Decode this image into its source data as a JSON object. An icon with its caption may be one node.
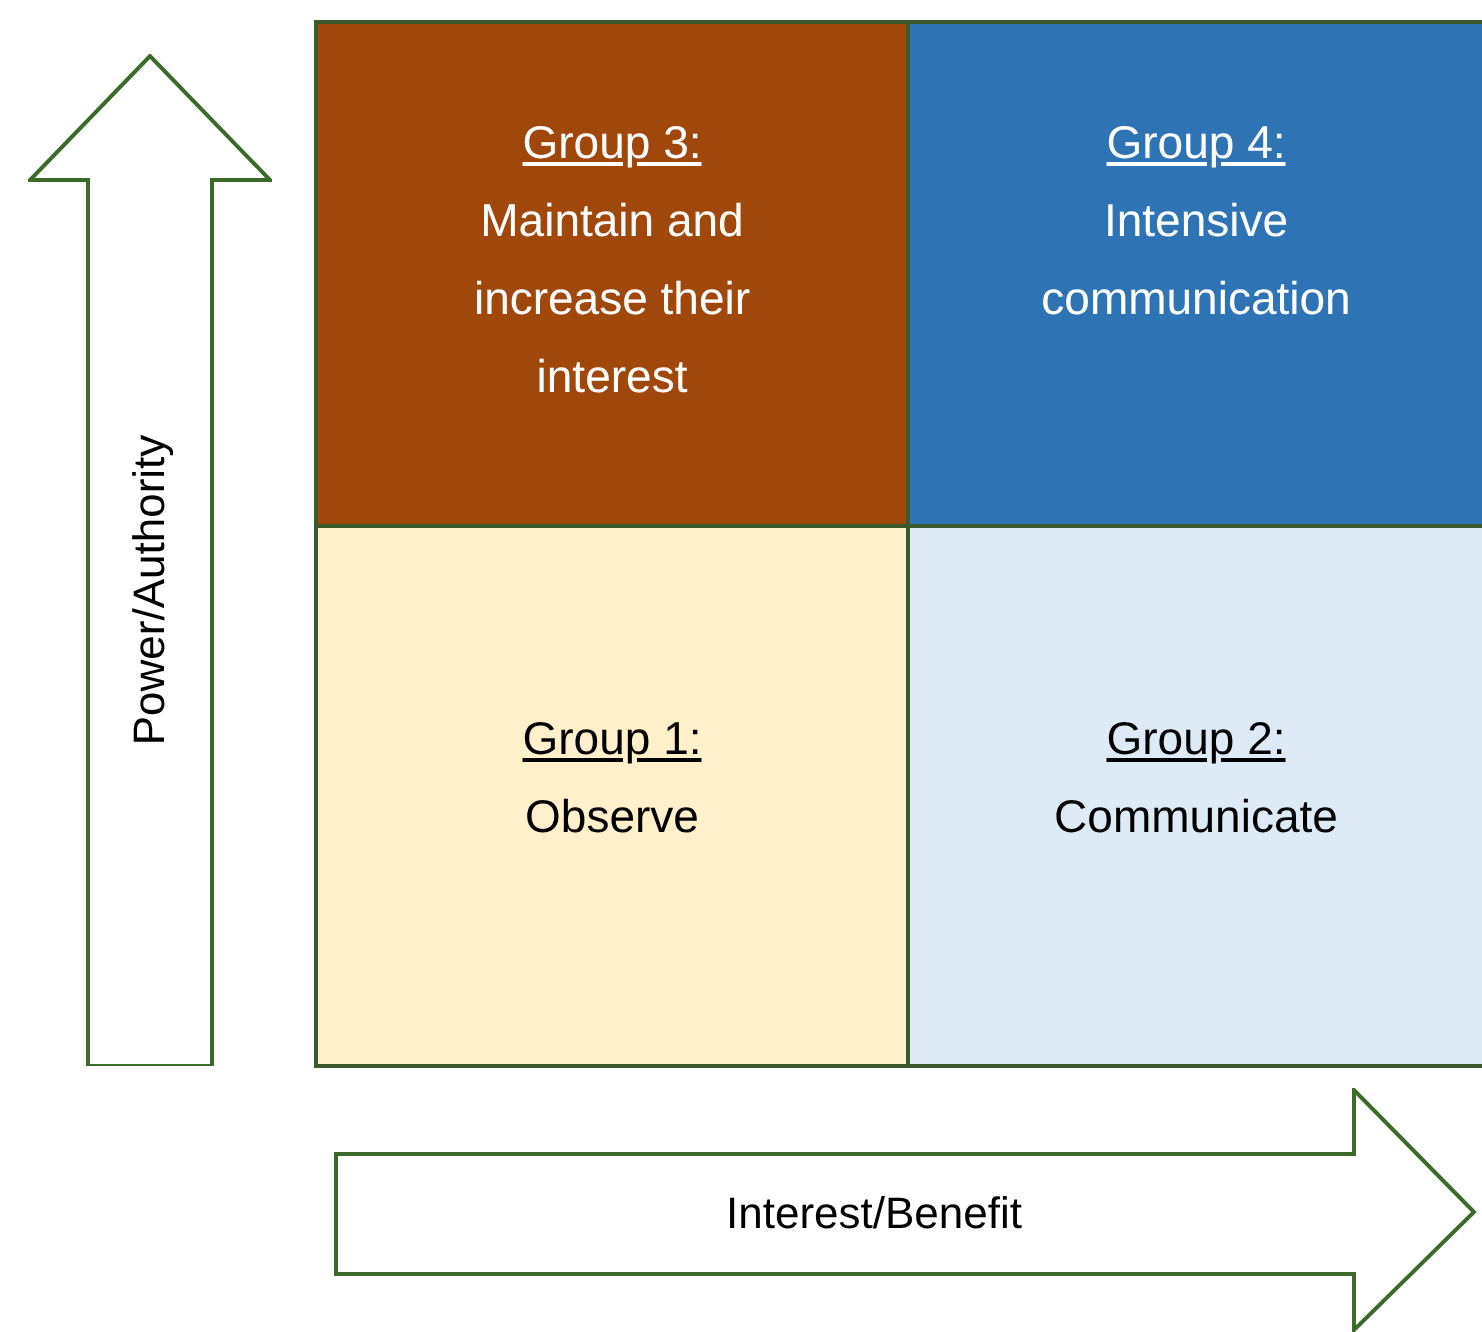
{
  "diagram": {
    "nodes": [
      {
        "text": [
          "Power/Authority"
        ]
      },
      {
        "text": [
          "Group 3:",
          "Maintain and increase their interest"
        ]
      },
      {
        "text": [
          "Group 4:",
          "Intensive communication"
        ]
      },
      {
        "text": [
          "Group 1:",
          "Observe"
        ]
      },
      {
        "text": [
          "Group 2:",
          "Communicate"
        ]
      },
      {
        "text": [
          "Interest/Benefit"
        ]
      }
    ]
  }
}
